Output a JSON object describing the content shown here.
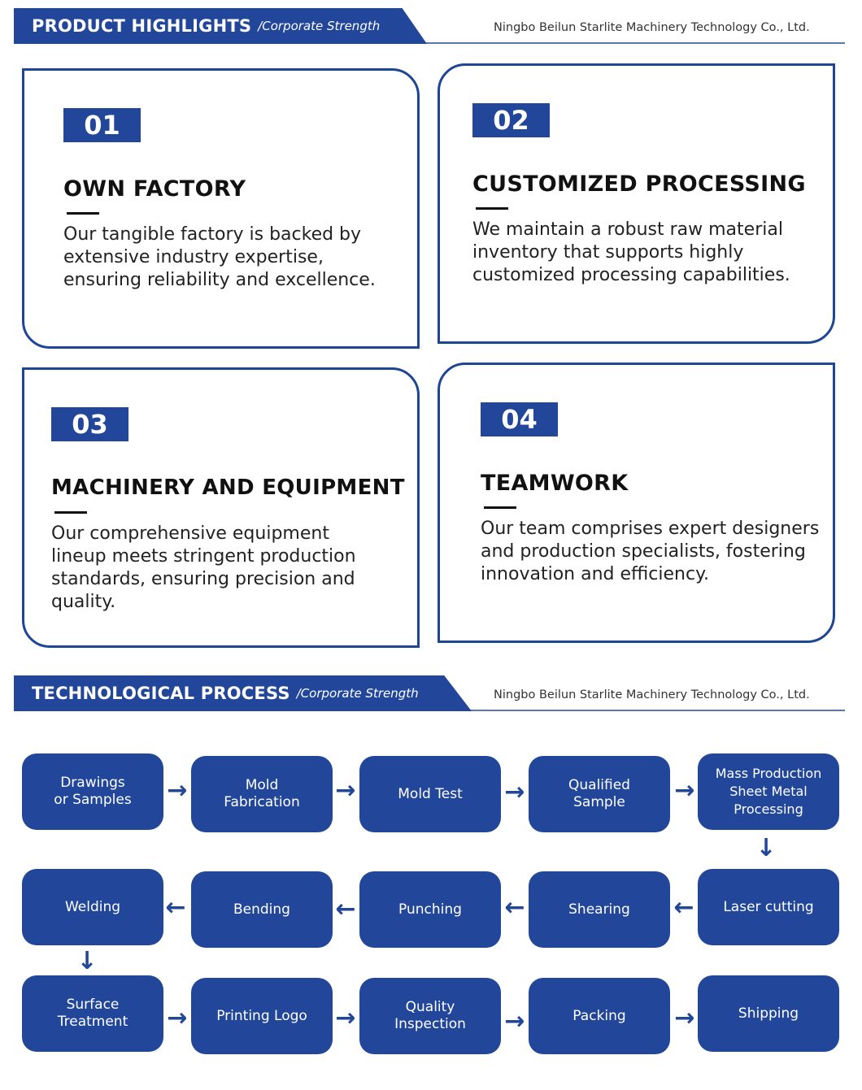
{
  "highlights": {
    "title": "PRODUCT HIGHLIGHTS",
    "subtitle": "/Corporate Strength",
    "company": "Ningbo Beilun Starlite Machinery Technology Co., Ltd."
  },
  "cards": [
    {
      "num": "01",
      "title": "OWN FACTORY",
      "desc": "Our tangible factory is backed by extensive industry expertise, ensuring reliability and excellence."
    },
    {
      "num": "02",
      "title": "CUSTOMIZED PROCESSING",
      "desc": "We maintain a robust raw material inventory that supports highly customized processing capabilities."
    },
    {
      "num": "03",
      "title": "MACHINERY AND EQUIPMENT",
      "desc": "Our comprehensive equipment lineup meets stringent production standards, ensuring precision and quality."
    },
    {
      "num": "04",
      "title": "TEAMWORK",
      "desc": "Our team comprises expert designers and production specialists, fostering innovation and efficiency."
    }
  ],
  "process": {
    "title": "TECHNOLOGICAL PROCESS",
    "subtitle": "/Corporate Strength",
    "company": "Ningbo Beilun Starlite Machinery Technology Co., Ltd.",
    "steps": [
      "Drawings\nor Samples",
      "Mold\nFabrication",
      "Mold Test",
      "Qualified\nSample",
      "Mass Production\nSheet Metal\nProcessing",
      "Laser cutting",
      "Shearing",
      "Punching",
      "Bending",
      "Welding",
      "Surface\nTreatment",
      "Printing Logo",
      "Quality\nInspection",
      "Packing",
      "Shipping"
    ],
    "arrow_right": "→",
    "arrow_left": "←",
    "arrow_down": "↓"
  },
  "colors": {
    "accent": "#22479a"
  }
}
